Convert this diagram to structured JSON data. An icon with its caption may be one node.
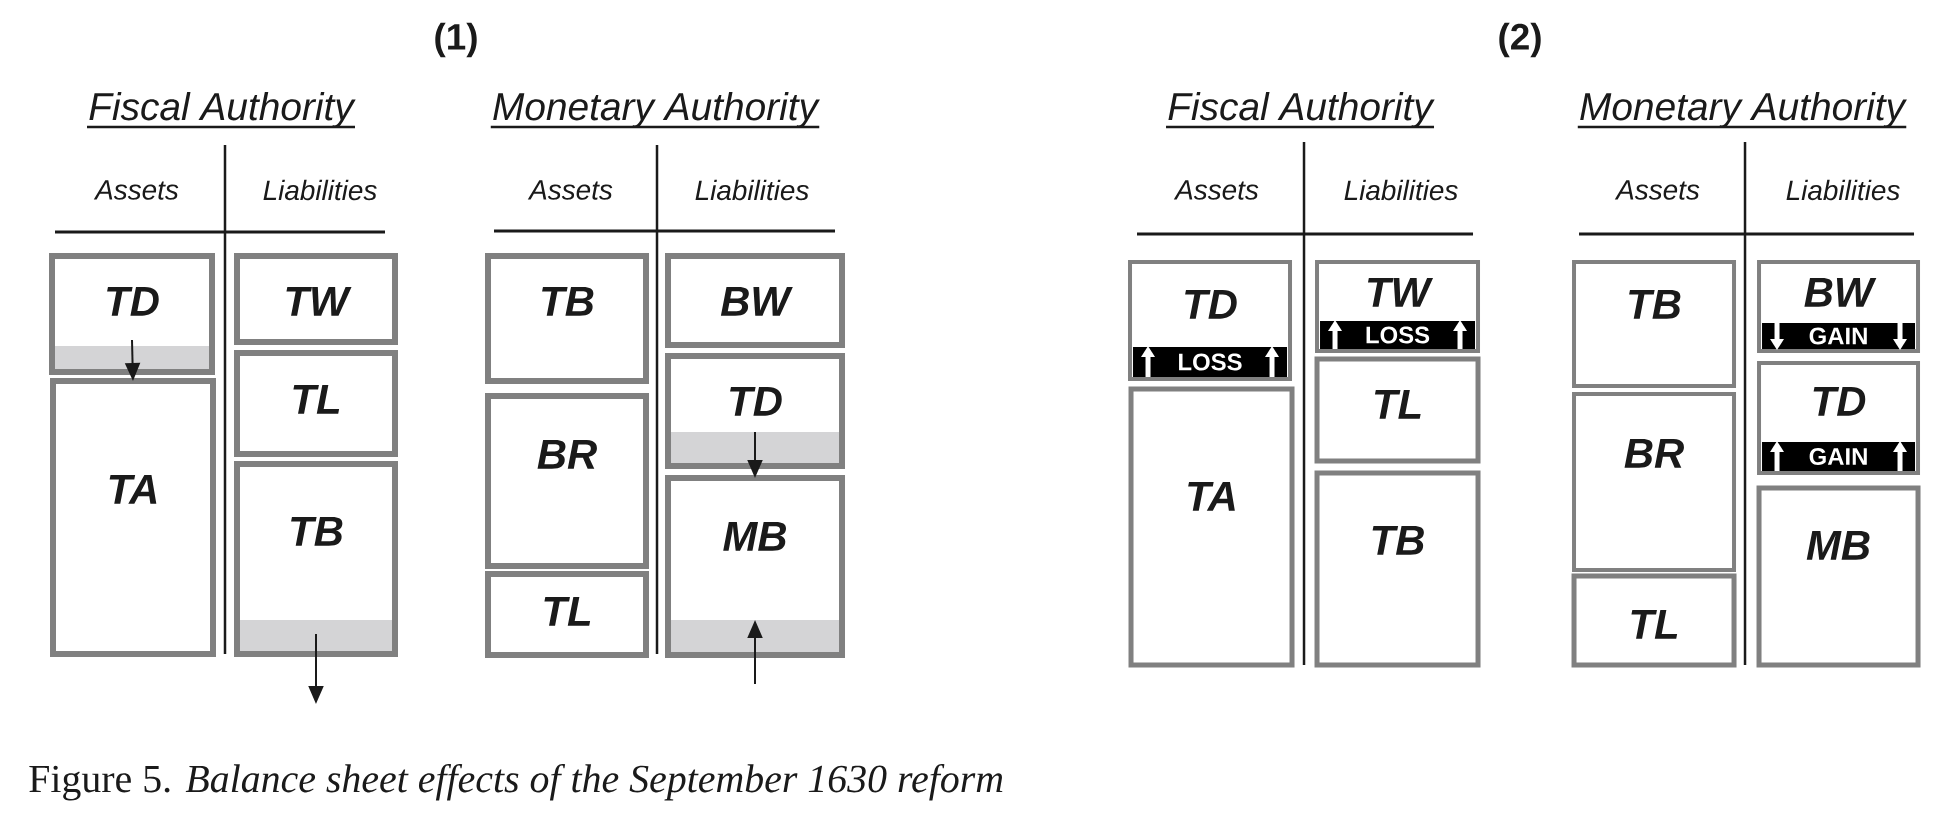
{
  "diagram": {
    "caption": "Figure 5.  *Balance sheet effects of the September 1630 reform*",
    "nodes": [
      {
        "text": [
          "TD"
        ]
      },
      {
        "text": [
          "TA"
        ]
      },
      {
        "text": [
          "TW"
        ]
      },
      {
        "text": [
          "TL"
        ]
      },
      {
        "text": [
          "TB"
        ]
      },
      {
        "text": [
          "TB"
        ]
      },
      {
        "text": [
          "BR"
        ]
      },
      {
        "text": [
          "TL"
        ]
      },
      {
        "text": [
          "BW"
        ]
      },
      {
        "text": [
          "TD"
        ]
      },
      {
        "text": [
          "MB"
        ]
      },
      {
        "text": [
          "TD"
        ]
      },
      {
        "text": [
          "LOSS"
        ],
        "in": 11
      },
      {
        "text": [
          "TA"
        ]
      },
      {
        "text": [
          "TW"
        ]
      },
      {
        "text": [
          "LOSS"
        ],
        "in": 14
      },
      {
        "text": [
          "TL"
        ]
      },
      {
        "text": [
          "TB"
        ]
      },
      {
        "text": [
          "TB"
        ]
      },
      {
        "text": [
          "BR"
        ]
      },
      {
        "text": [
          "TL"
        ]
      },
      {
        "text": [
          "BW"
        ]
      },
      {
        "text": [
          "GAIN"
        ],
        "in": 21
      },
      {
        "text": [
          "TD"
        ]
      },
      {
        "text": [
          "GAIN"
        ],
        "in": 23
      },
      {
        "text": [
          "MB"
        ]
      }
    ],
    "edges": [
      {
        "from": 0,
        "to": 1,
        "arrow": "to"
      },
      {
        "from": 4,
        "to": null,
        "arrow": "to"
      },
      {
        "from": 9,
        "to": 10,
        "arrow": "to"
      },
      {
        "from": null,
        "to": 10,
        "arrow": "to"
      }
    ],
    "labels": [
      "(1)",
      "(2)",
      "Fiscal Authority",
      "Monetary Authority",
      "Fiscal Authority",
      "Monetary Authority",
      "Assets",
      "Liabilities",
      "Assets",
      "Liabilities",
      "Assets",
      "Liabilities",
      "Assets",
      "Liabilities"
    ]
  }
}
